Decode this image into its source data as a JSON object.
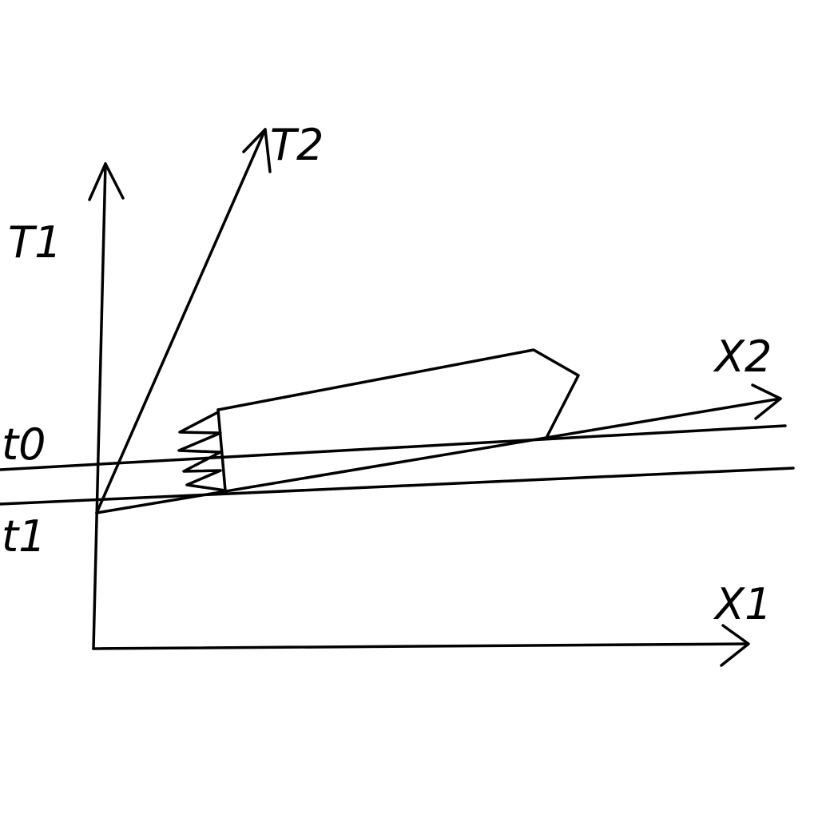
{
  "labels": {
    "t_axis_1": "T1",
    "t_axis_2": "T2",
    "x_axis_1": "X1",
    "x_axis_2": "X2",
    "time_t0": "t0",
    "time_t1": "t1"
  },
  "colors": {
    "stroke": "#000000",
    "background": "#ffffff"
  }
}
